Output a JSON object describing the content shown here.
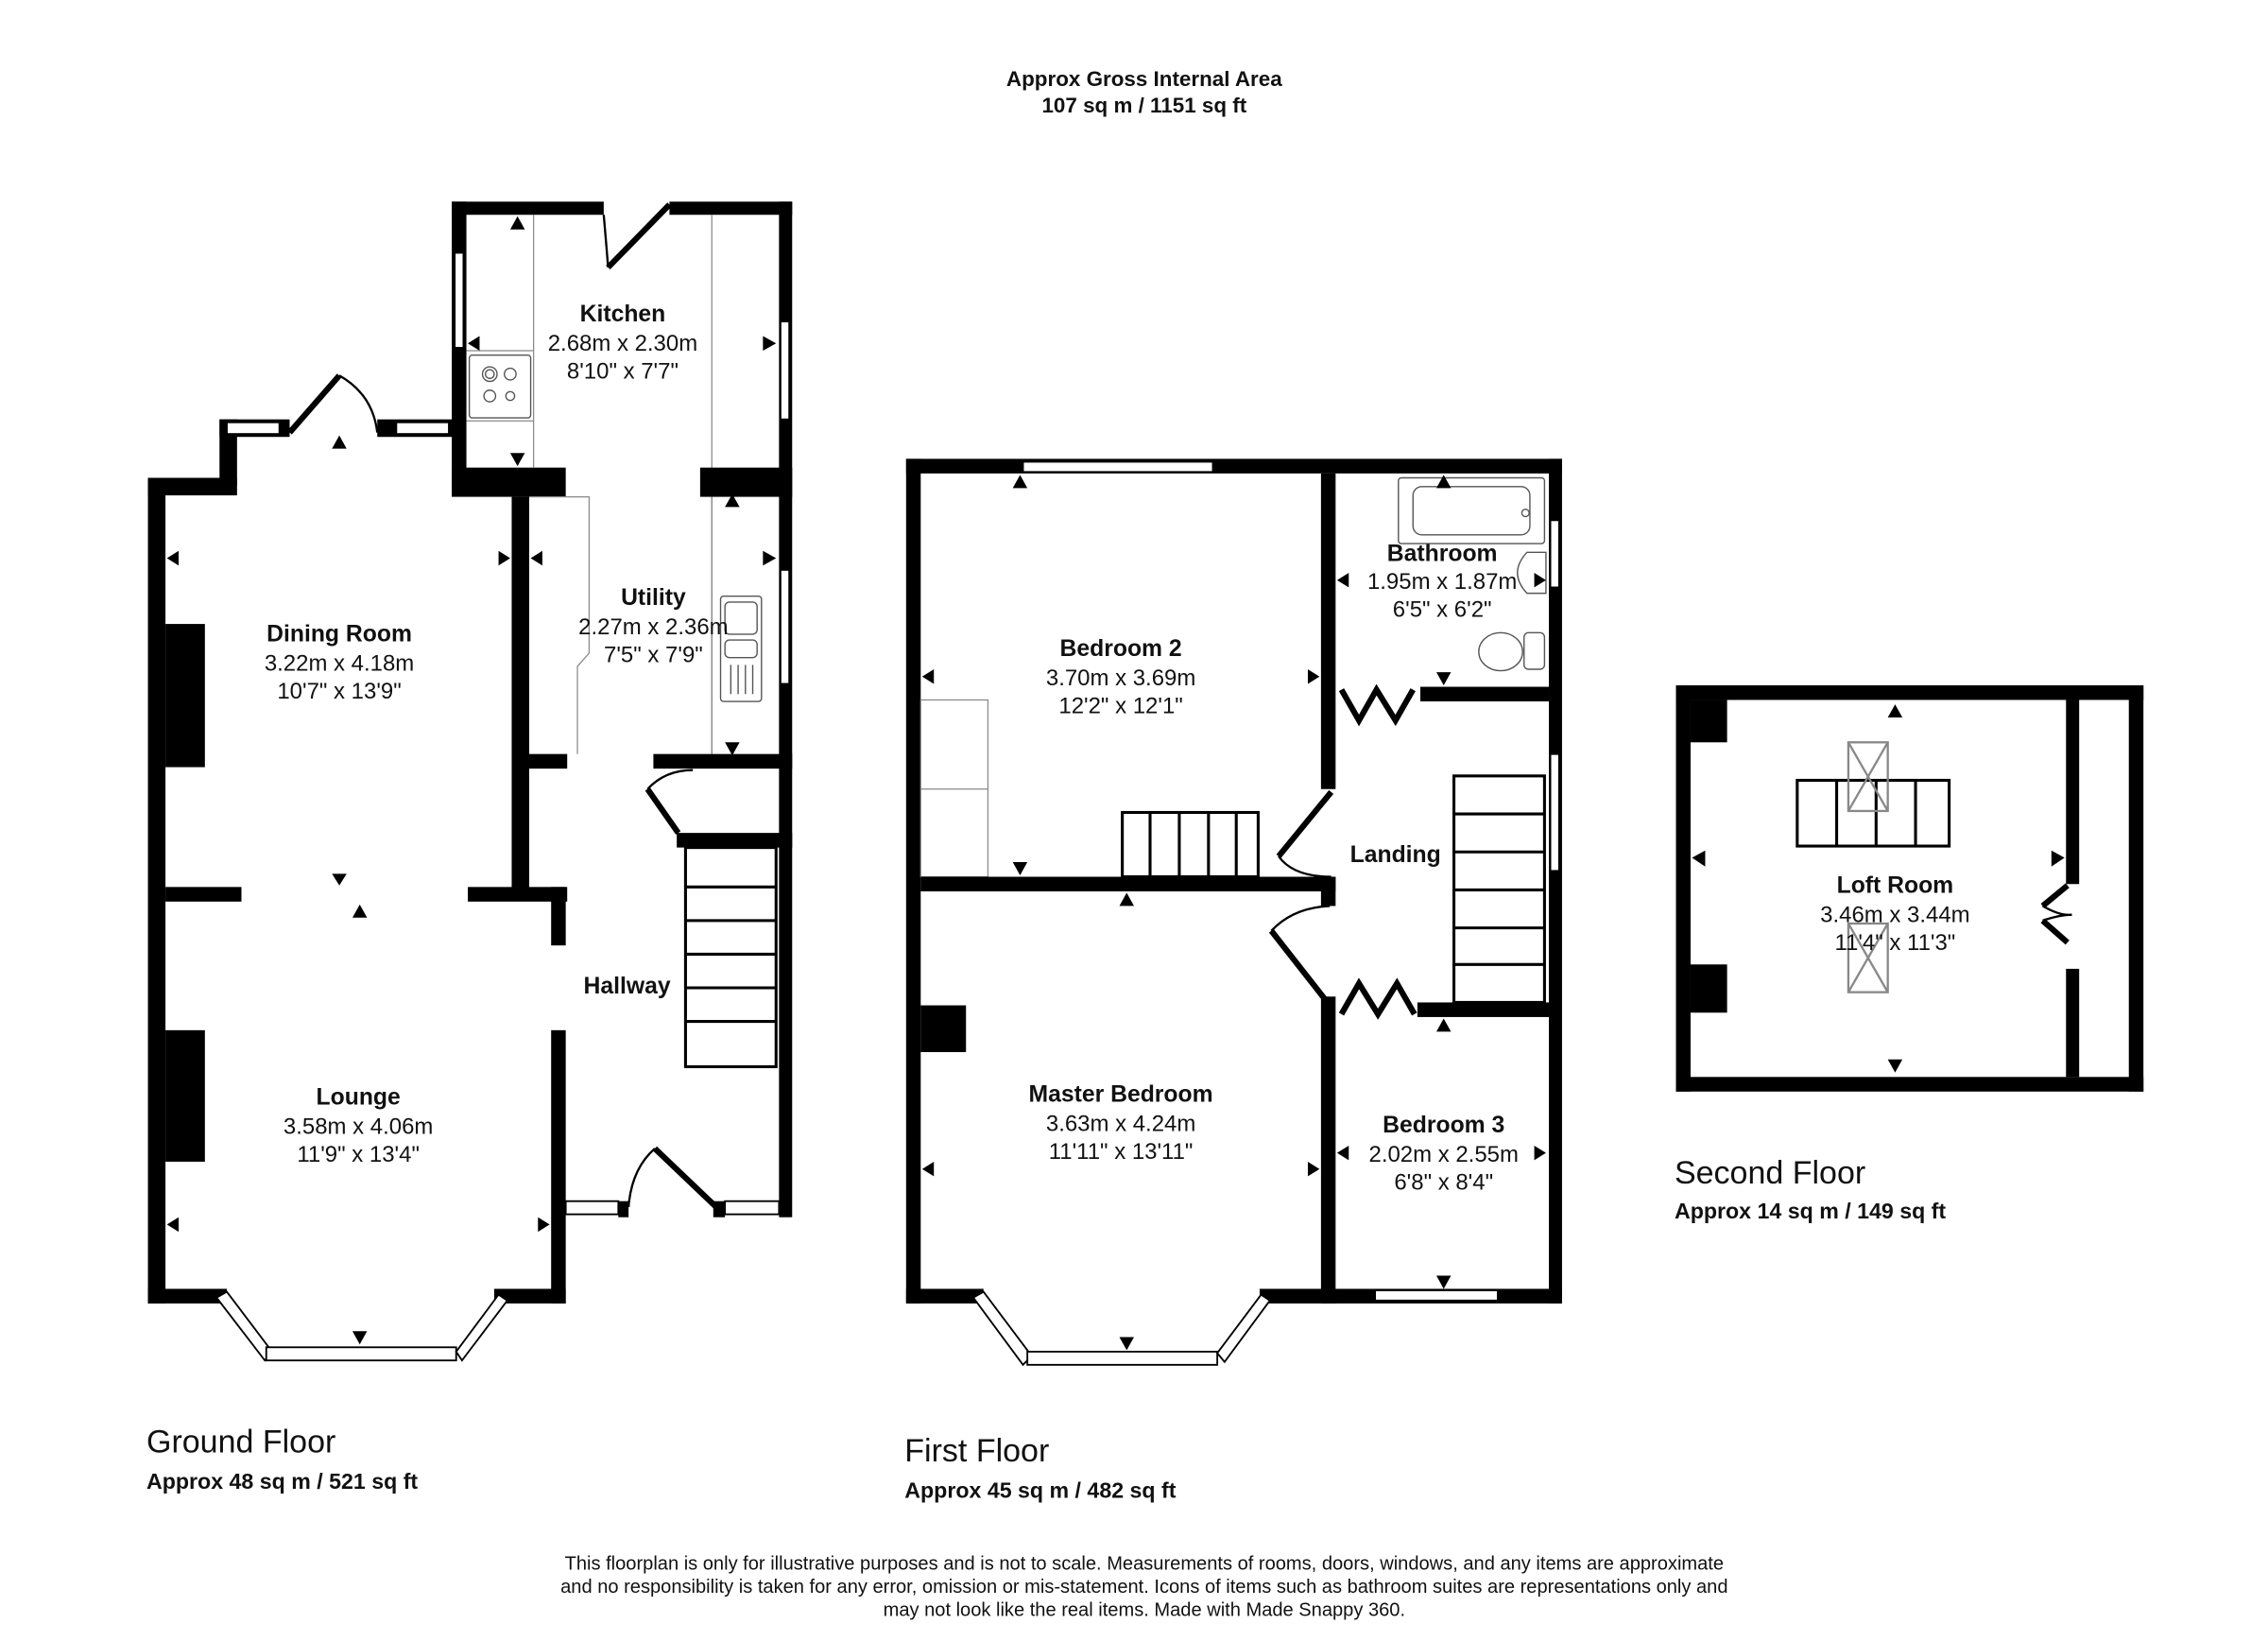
{
  "header": {
    "title": "Approx Gross Internal Area",
    "area": "107 sq m / 1151 sq ft"
  },
  "floors": {
    "ground": {
      "name": "Ground Floor",
      "area": "Approx 48 sq m / 521 sq ft",
      "rooms": {
        "kitchen": {
          "name": "Kitchen",
          "metric": "2.68m x 2.30m",
          "imperial": "8'10\" x 7'7\""
        },
        "dining": {
          "name": "Dining Room",
          "metric": "3.22m x 4.18m",
          "imperial": "10'7\" x 13'9\""
        },
        "utility": {
          "name": "Utility",
          "metric": "2.27m x 2.36m",
          "imperial": "7'5\" x 7'9\""
        },
        "hallway": {
          "name": "Hallway"
        },
        "lounge": {
          "name": "Lounge",
          "metric": "3.58m x 4.06m",
          "imperial": "11'9\" x 13'4\""
        }
      }
    },
    "first": {
      "name": "First Floor",
      "area": "Approx 45 sq m / 482 sq ft",
      "rooms": {
        "bedroom2": {
          "name": "Bedroom 2",
          "metric": "3.70m x 3.69m",
          "imperial": "12'2\" x 12'1\""
        },
        "bathroom": {
          "name": "Bathroom",
          "metric": "1.95m x 1.87m",
          "imperial": "6'5\" x 6'2\""
        },
        "landing": {
          "name": "Landing"
        },
        "master": {
          "name": "Master Bedroom",
          "metric": "3.63m x 4.24m",
          "imperial": "11'11\" x 13'11\""
        },
        "bedroom3": {
          "name": "Bedroom 3",
          "metric": "2.02m x 2.55m",
          "imperial": "6'8\" x 8'4\""
        }
      }
    },
    "second": {
      "name": "Second Floor",
      "area": "Approx 14 sq m / 149 sq ft",
      "rooms": {
        "loft": {
          "name": "Loft Room",
          "metric": "3.46m x 3.44m",
          "imperial": "11'4\" x 11'3\""
        }
      }
    }
  },
  "disclaimer": {
    "line1": "This floorplan is only for illustrative purposes and is not to scale. Measurements of rooms, doors, windows, and any items are approximate",
    "line2": "and no responsibility is taken for any error, omission or mis-statement. Icons of items such as bathroom suites are representations only and",
    "line3": "may not look like the real items. Made with Made Snappy 360."
  }
}
